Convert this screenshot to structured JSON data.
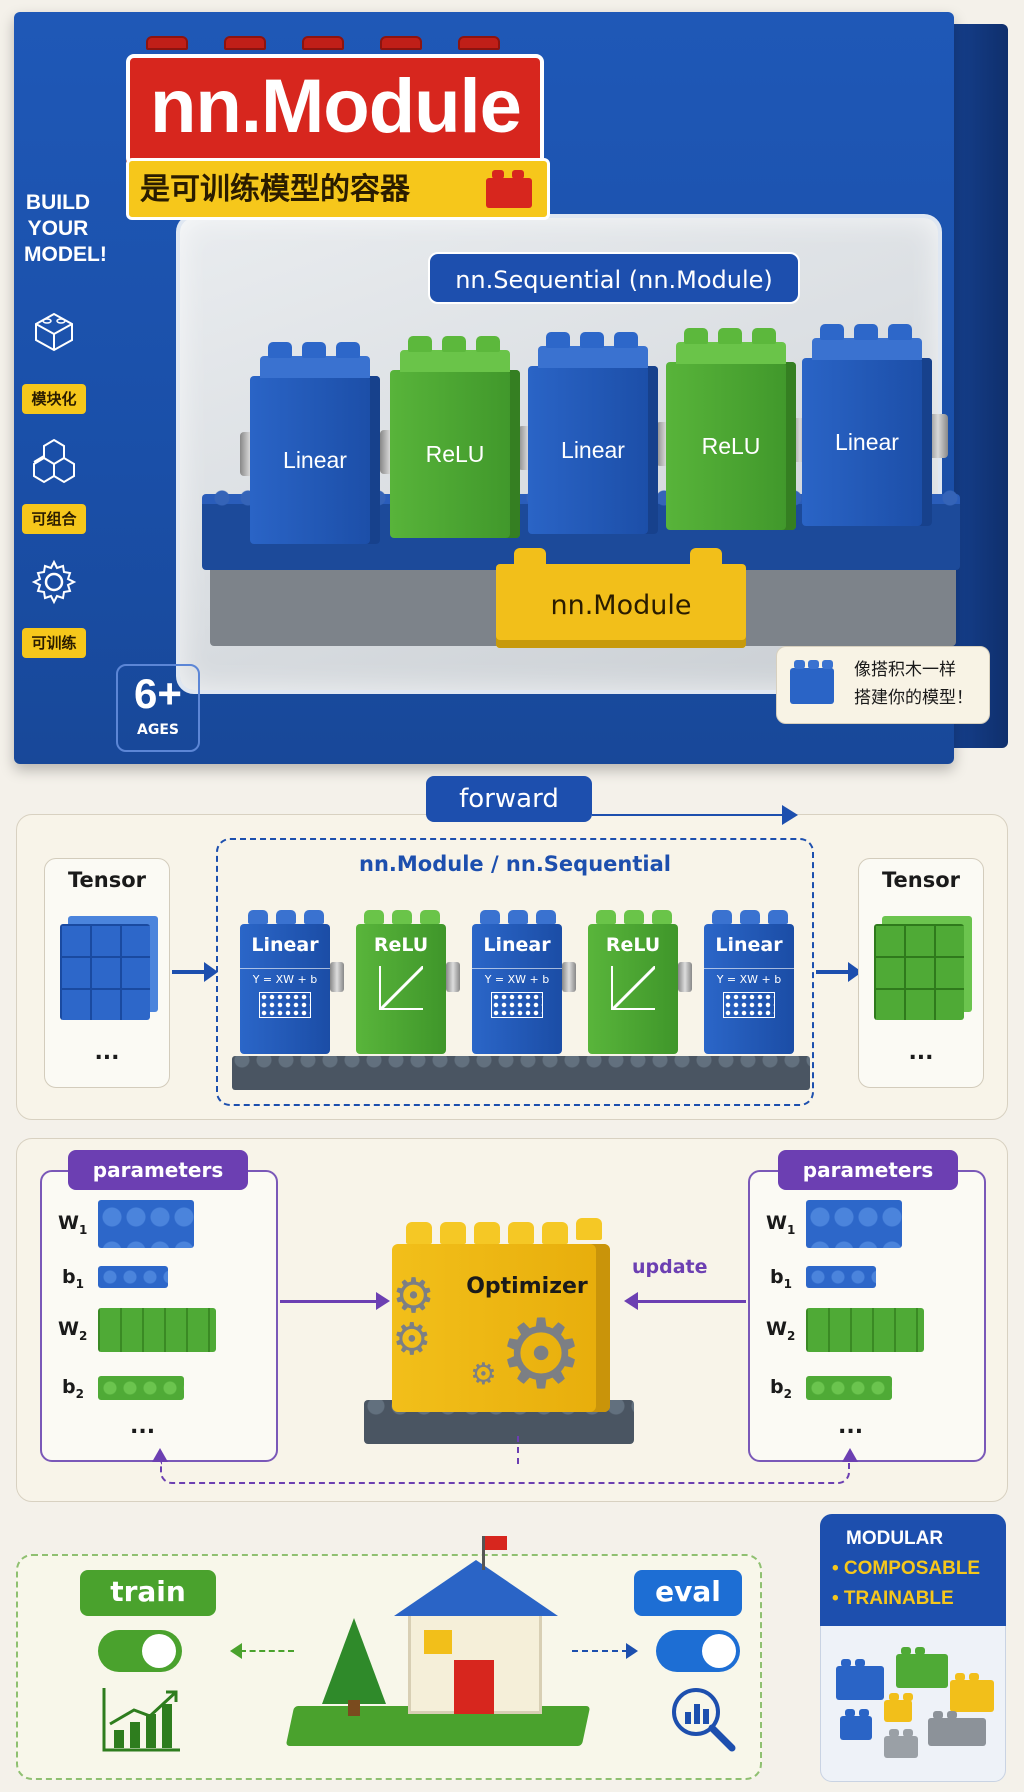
{
  "box": {
    "title": "nn.Module",
    "subtitle": "是可训练模型的容器",
    "side_text": "BUILD YOUR MODEL!",
    "features": [
      "模块化",
      "可组合",
      "可训练"
    ],
    "age": "6+",
    "age_label": "AGES",
    "sequential_label": "nn.Sequential (nn.Module)",
    "layers": [
      "Linear",
      "ReLU",
      "Linear",
      "ReLU",
      "Linear"
    ],
    "base_label": "nn.Module",
    "tip_line1": "像搭积木一样",
    "tip_line2": "搭建你的模型！"
  },
  "forward": {
    "label": "forward",
    "input_title": "Tensor",
    "output_title": "Tensor",
    "ellipsis": "...",
    "group_label": "nn.Module / nn.Sequential",
    "layers": [
      {
        "name": "Linear",
        "formula": "Y = XW + b"
      },
      {
        "name": "ReLU",
        "formula": ""
      },
      {
        "name": "Linear",
        "formula": "Y = XW + b"
      },
      {
        "name": "ReLU",
        "formula": ""
      },
      {
        "name": "Linear",
        "formula": "Y = XW + b"
      }
    ]
  },
  "parameters": {
    "tag": "parameters",
    "optimizer": "Optimizer",
    "update_label": "update",
    "ellipsis": "..."
  },
  "modes": {
    "train": "train",
    "eval": "eval"
  },
  "feature_card": {
    "line1": "MODULAR",
    "line2": "• COMPOSABLE",
    "line3": "• TRAINABLE"
  },
  "colors": {
    "brand_blue": "#1d4fae",
    "brick_red": "#d7261e",
    "brick_yellow": "#f2bf1a",
    "brick_green": "#4faa36",
    "param_purple": "#6c3fb2"
  }
}
